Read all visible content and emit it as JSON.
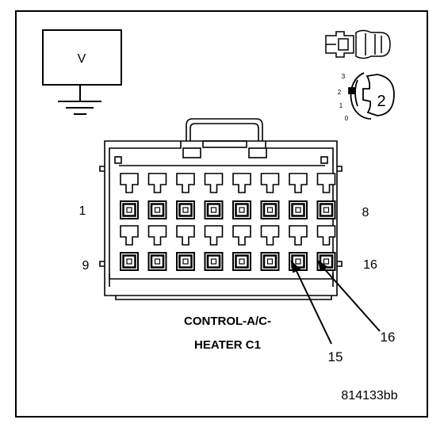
{
  "diagram": {
    "connector_name_line1": "CONTROL-A/C-",
    "connector_name_line2": "HEATER C1",
    "figure_id": "814133bb",
    "meter_symbol_label": "V",
    "pin_labels": {
      "top_left": "1",
      "top_right": "8",
      "bottom_left": "9",
      "bottom_right": "16"
    },
    "callouts": [
      "15",
      "16"
    ],
    "view_icon": {
      "badge": "2",
      "scale_marks": [
        "3",
        "2",
        "1",
        "0"
      ]
    }
  }
}
